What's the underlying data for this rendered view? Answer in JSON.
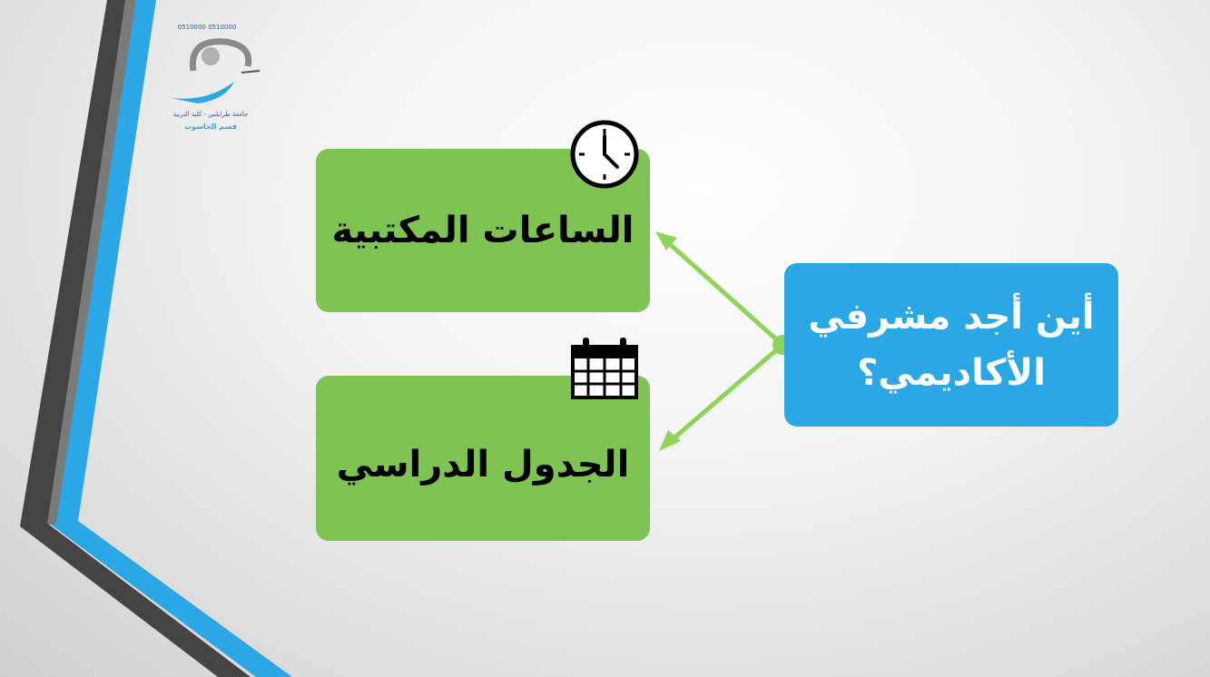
{
  "colors": {
    "green_box": "#7fc353",
    "blue_box": "#2aa7e4",
    "arrow": "#8fd45a",
    "stripe_blue": "#2aa7e4",
    "stripe_dark": "#444444"
  },
  "logo": {
    "top_text": "0510000 0510000",
    "arc_text": "جامعة طرابلس - كلية التربية",
    "bottom_text": "قسم الحاسوب"
  },
  "diagram": {
    "question": "أين أجد مشرفي الأكاديمي؟",
    "office_hours": "الساعات المكتبية",
    "schedule": "الجدول الدراسي"
  },
  "icons": {
    "office_hours": "clock-icon",
    "schedule": "calendar-icon"
  }
}
